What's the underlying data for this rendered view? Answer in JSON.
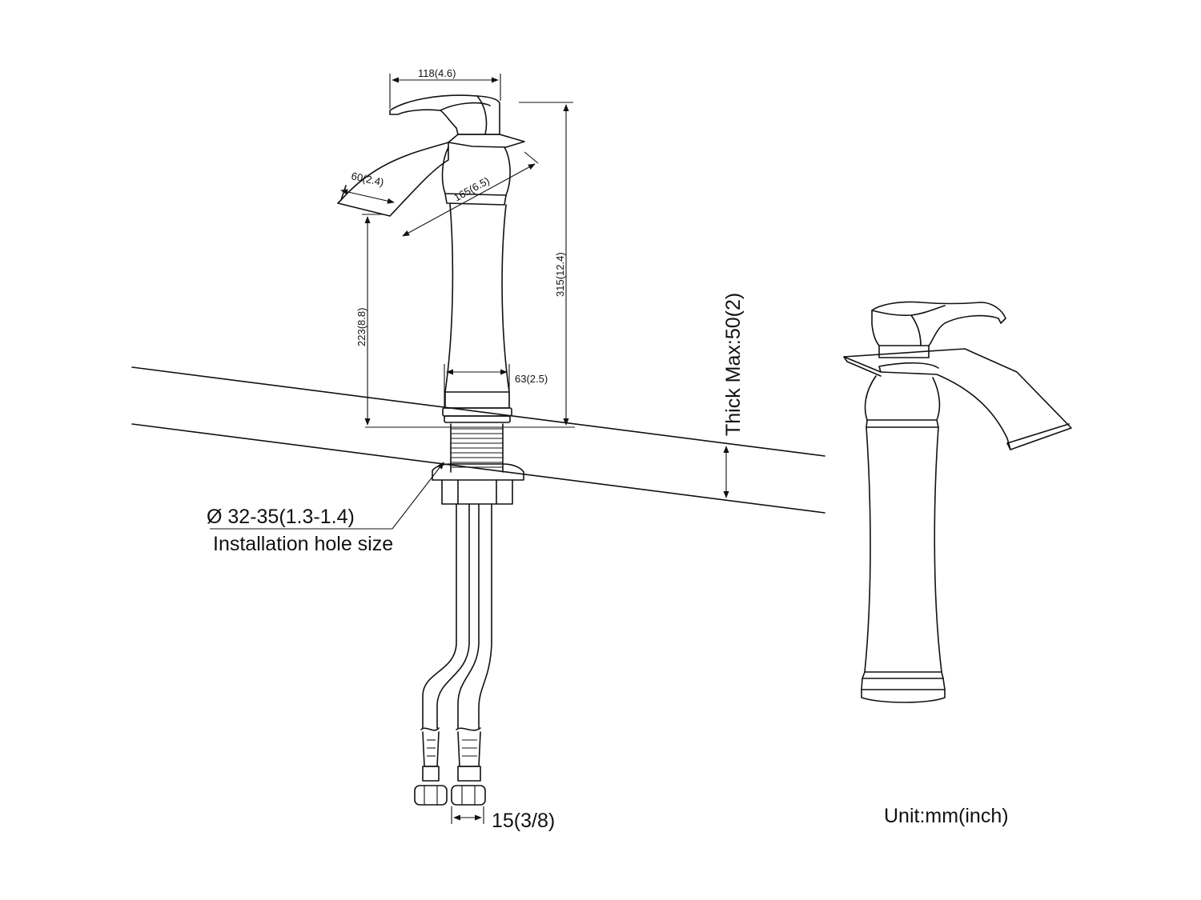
{
  "dimensions": {
    "handle_width": "118(4.6)",
    "spout_width": "60(2.4)",
    "spout_reach": "165(6.5)",
    "total_height": "315(12.4)",
    "spout_height": "223(8.8)",
    "base_diameter": "63(2.5)",
    "deck_thickness": "Thick Max:50(2)",
    "hole_size": "Ø 32-35(1.3-1.4)",
    "hole_label": "Installation hole size",
    "supply_line": "15(3/8)"
  },
  "unit_label": "Unit:mm(inch)"
}
